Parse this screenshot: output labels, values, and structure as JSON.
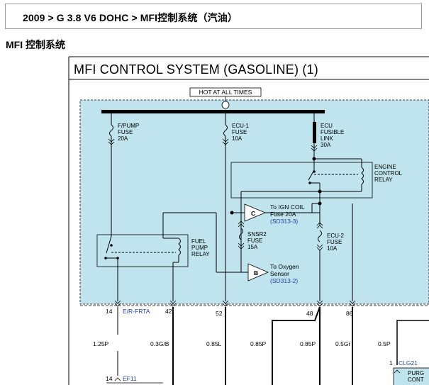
{
  "breadcrumb": "2009 > G 3.8 V6 DOHC > MFI控制系统（汽油）",
  "section_title": "MFI 控制系统",
  "diagram_title": "MFI CONTROL SYSTEM (GASOLINE) (1)",
  "hot_label": "HOT AT ALL TIMES",
  "fuses": {
    "fpump": [
      "F/PUMP",
      "FUSE",
      "20A"
    ],
    "ecu1": [
      "ECU-1",
      "FUSE",
      "10A"
    ],
    "ecu_link": [
      "ECU",
      "FUSIBLE",
      "LINK",
      "30A"
    ],
    "snsr2": [
      "SNSR2",
      "FUSE",
      "15A"
    ],
    "ecu2": [
      "ECU-2",
      "FUSE",
      "10A"
    ]
  },
  "relays": {
    "engine": [
      "ENGINE",
      "CONTROL",
      "RELAY"
    ],
    "fuel": [
      "FUEL",
      "PUMP",
      "RELAY"
    ]
  },
  "connectors": {
    "c": {
      "letter": "C",
      "lines": [
        "To IGN COIL",
        "Fuse 20A"
      ],
      "ref": "(SD313-3)"
    },
    "b": {
      "letter": "B",
      "lines": [
        "To Oxygen",
        "Sensor"
      ],
      "ref": "(SD313-2)"
    }
  },
  "pins": [
    "14",
    "42",
    "52",
    "48",
    "86"
  ],
  "connector_id": "E/R-FRTA",
  "wires": [
    "1.25P",
    "0.3G/B",
    "0.85L",
    "0.85P",
    "0.85P",
    "0.5Gr",
    "0.5P"
  ],
  "clg": {
    "pin": "1",
    "id": "CLG21",
    "text": [
      "PURG",
      "CONT"
    ]
  },
  "ef": {
    "pin": "14",
    "id": "EF11"
  },
  "colors": {
    "panel": "#bfe4ee",
    "link_blue": "#1f3fa8"
  }
}
